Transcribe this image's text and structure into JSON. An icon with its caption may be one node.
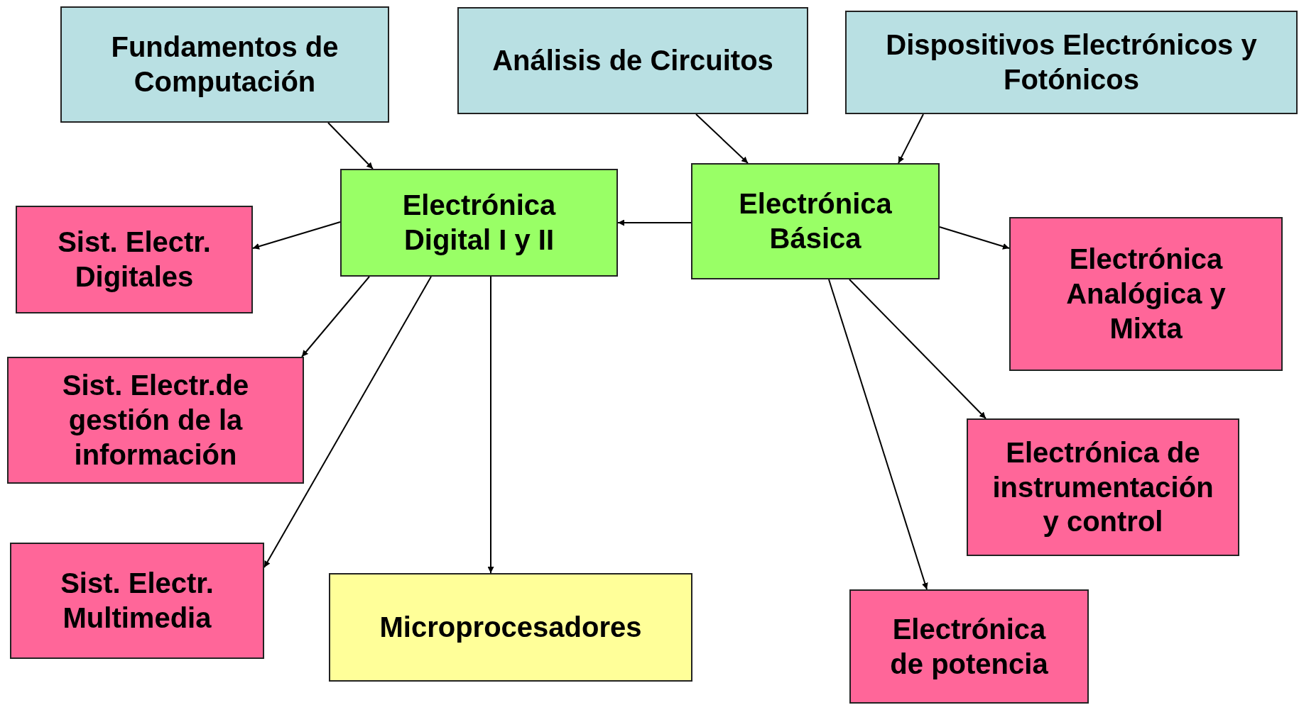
{
  "diagram": {
    "nodes": [
      {
        "text": [
          "Fundamentos de Computación"
        ]
      },
      {
        "text": [
          "Análisis de Circuitos"
        ]
      },
      {
        "text": [
          "Dispositivos Electrónicos y Fotónicos"
        ]
      },
      {
        "text": [
          "Electrónica Digital I y II"
        ]
      },
      {
        "text": [
          "Electrónica Básica"
        ]
      },
      {
        "text": [
          "Sist. Electr. Digitales"
        ]
      },
      {
        "text": [
          "Electrónica Analógica y Mixta"
        ]
      },
      {
        "text": [
          "Sist. Electr.de gestión de la información"
        ]
      },
      {
        "text": [
          "Electrónica de instrumentación y control"
        ]
      },
      {
        "text": [
          "Sist. Electr. Multimedia"
        ]
      },
      {
        "text": [
          "Microprocesadores"
        ]
      },
      {
        "text": [
          "Electrónica de potencia"
        ]
      }
    ],
    "edges": [
      {
        "from": 0,
        "to": 3,
        "arrow": "to"
      },
      {
        "from": 1,
        "to": 4,
        "arrow": "to"
      },
      {
        "from": 2,
        "to": 4,
        "arrow": "to"
      },
      {
        "from": 4,
        "to": 3,
        "arrow": "to"
      },
      {
        "from": 3,
        "to": 5,
        "arrow": "to"
      },
      {
        "from": 3,
        "to": 7,
        "arrow": "to"
      },
      {
        "from": 3,
        "to": 9,
        "arrow": "to"
      },
      {
        "from": 3,
        "to": 10,
        "arrow": "to"
      },
      {
        "from": 4,
        "to": 6,
        "arrow": "to"
      },
      {
        "from": 4,
        "to": 8,
        "arrow": "to"
      },
      {
        "from": 4,
        "to": 11,
        "arrow": "to"
      }
    ]
  }
}
